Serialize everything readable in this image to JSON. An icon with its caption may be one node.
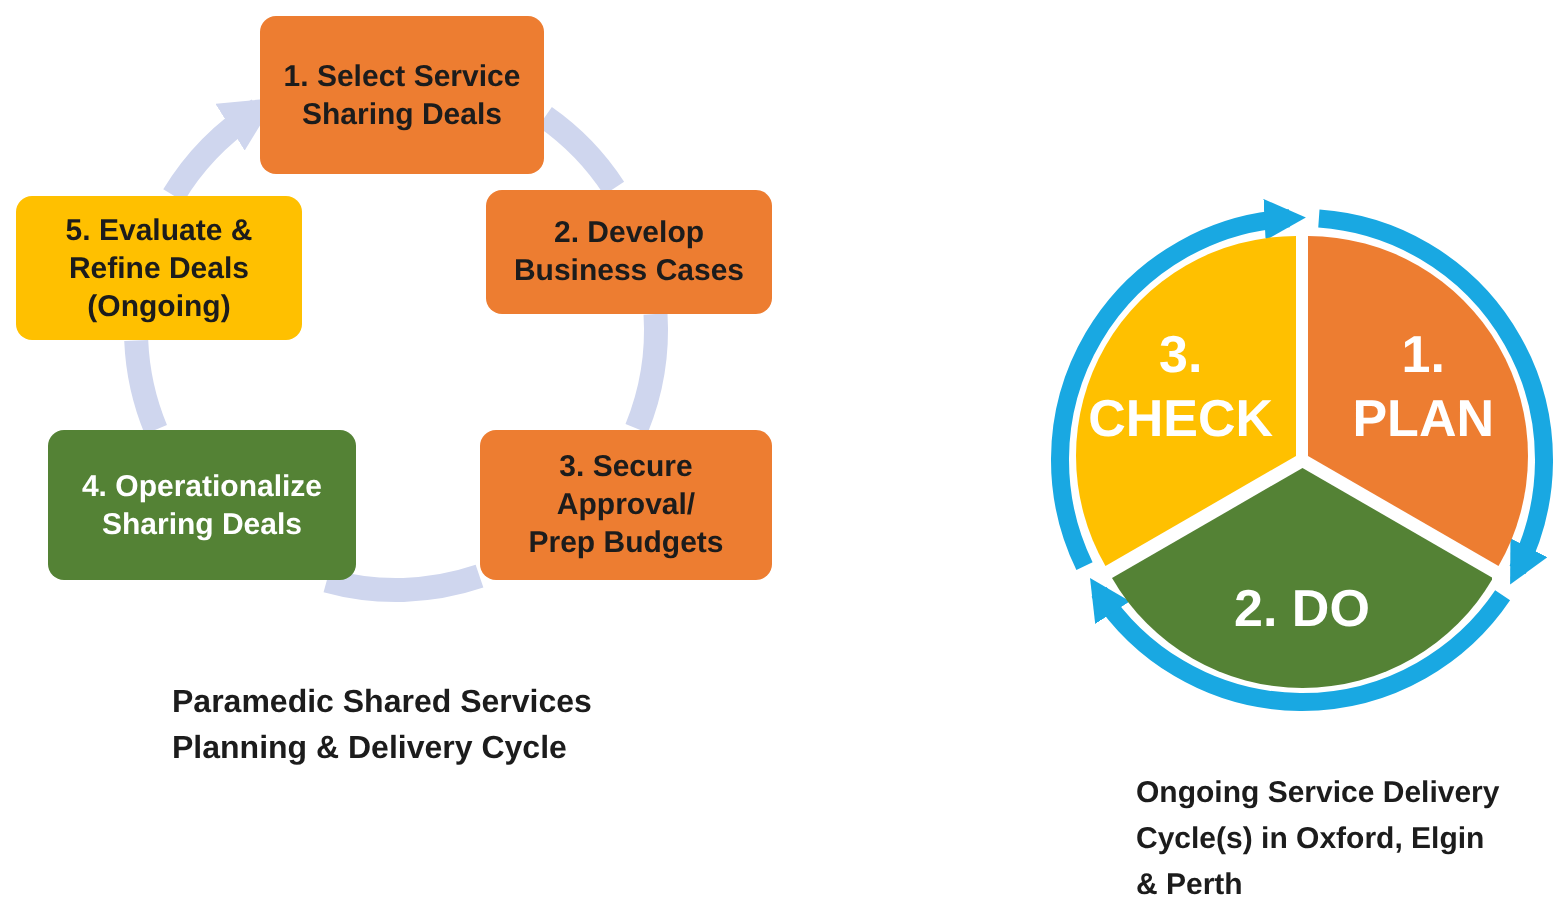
{
  "diagram": {
    "nodes": [
      {
        "text": [
          "1. Select Service Sharing Deals"
        ]
      },
      {
        "text": [
          "2. Develop Business Cases"
        ]
      },
      {
        "text": [
          "3. Secure Approval/ Prep Budgets"
        ]
      },
      {
        "text": [
          "4. Operationalize Sharing Deals"
        ]
      },
      {
        "text": [
          "5. Evaluate & Refine Deals (Ongoing)"
        ]
      },
      {
        "text": [
          "1. PLAN"
        ]
      },
      {
        "text": [
          "2. DO"
        ]
      },
      {
        "text": [
          "3. CHECK"
        ]
      }
    ],
    "edges": [
      {
        "from": 0,
        "to": 1,
        "arrow": "none",
        "color": "#cfd6ee"
      },
      {
        "from": 1,
        "to": 2,
        "arrow": "none",
        "color": "#cfd6ee"
      },
      {
        "from": 2,
        "to": 3,
        "arrow": "none",
        "color": "#cfd6ee"
      },
      {
        "from": 3,
        "to": 4,
        "arrow": "none",
        "color": "#cfd6ee"
      },
      {
        "from": 4,
        "to": 0,
        "arrow": "to",
        "color": "#cfd6ee"
      },
      {
        "from": 5,
        "to": 6,
        "arrow": "to",
        "color": "#19a8e2"
      },
      {
        "from": 6,
        "to": 7,
        "arrow": "to",
        "color": "#19a8e2"
      },
      {
        "from": 7,
        "to": 5,
        "arrow": "to",
        "color": "#19a8e2"
      }
    ],
    "labels": [
      "Paramedic Shared Services Planning & Delivery Cycle",
      "Ongoing Service Delivery Cycle(s) in Oxford, Elgin & Perth"
    ]
  }
}
